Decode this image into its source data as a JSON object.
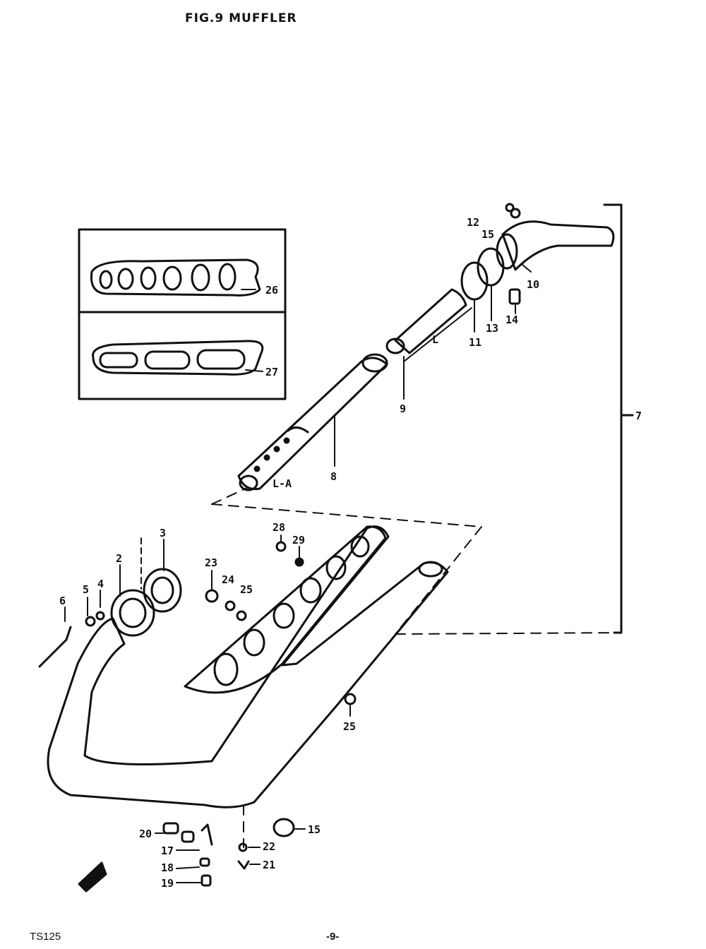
{
  "header": {
    "title": "FIG.9  MUFFLER"
  },
  "footer": {
    "left": "TS125",
    "page": "-9-"
  },
  "callouts": [
    {
      "id": "c1",
      "text": "12"
    },
    {
      "id": "c2",
      "text": "15"
    },
    {
      "id": "c3",
      "text": "10"
    },
    {
      "id": "c4",
      "text": "14"
    },
    {
      "id": "c5",
      "text": "13"
    },
    {
      "id": "c6",
      "text": "11"
    },
    {
      "id": "c7",
      "text": "9"
    },
    {
      "id": "c8",
      "text": "8"
    },
    {
      "id": "c9",
      "text": "7"
    },
    {
      "id": "c10",
      "text": "26"
    },
    {
      "id": "c11",
      "text": "27"
    },
    {
      "id": "c12",
      "text": "3"
    },
    {
      "id": "c13",
      "text": "2"
    },
    {
      "id": "c14",
      "text": "4"
    },
    {
      "id": "c15",
      "text": "5"
    },
    {
      "id": "c16",
      "text": "6"
    },
    {
      "id": "c17",
      "text": "28"
    },
    {
      "id": "c18",
      "text": "29"
    },
    {
      "id": "c19",
      "text": "23"
    },
    {
      "id": "c20",
      "text": "24"
    },
    {
      "id": "c21",
      "text": "25"
    },
    {
      "id": "c22",
      "text": "25"
    },
    {
      "id": "c23",
      "text": "15"
    },
    {
      "id": "c24",
      "text": "20"
    },
    {
      "id": "c25",
      "text": "17"
    },
    {
      "id": "c26",
      "text": "18"
    },
    {
      "id": "c27",
      "text": "19"
    },
    {
      "id": "c28",
      "text": "22"
    },
    {
      "id": "c29",
      "text": "21"
    }
  ],
  "dimension_marks": [
    {
      "text": "L"
    },
    {
      "text": "L-A"
    }
  ]
}
